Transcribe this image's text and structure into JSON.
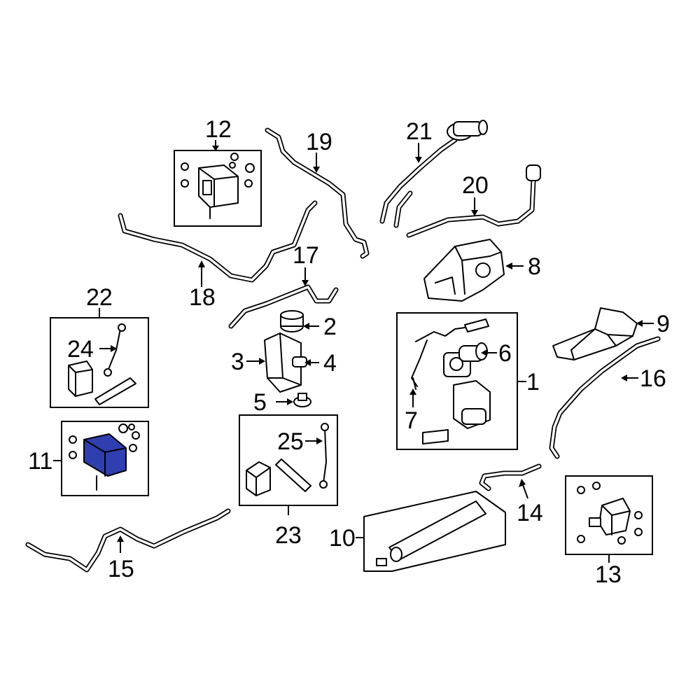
{
  "highlight_color": "#2f3fb0",
  "callouts": {
    "c1": "1",
    "c2": "2",
    "c3": "3",
    "c4": "4",
    "c5": "5",
    "c6": "6",
    "c7": "7",
    "c8": "8",
    "c9": "9",
    "c10": "10",
    "c11": "11",
    "c12": "12",
    "c13": "13",
    "c14": "14",
    "c15": "15",
    "c16": "16",
    "c17": "17",
    "c18": "18",
    "c19": "19",
    "c20": "20",
    "c21": "21",
    "c22": "22",
    "c23": "23",
    "c24": "24",
    "c25": "25"
  }
}
